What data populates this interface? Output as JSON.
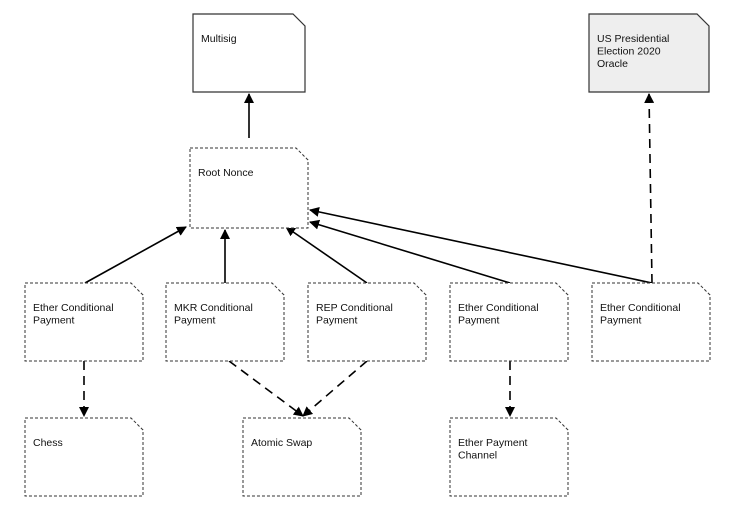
{
  "diagram": {
    "nodes": [
      {
        "id": "multisig",
        "lines": [
          "Multisig"
        ],
        "style": "solid",
        "fill": "#ffffff"
      },
      {
        "id": "oracle",
        "lines": [
          "US Presidential",
          "Election 2020",
          "Oracle"
        ],
        "style": "solid",
        "fill": "#eeeeee"
      },
      {
        "id": "root-nonce",
        "lines": [
          "Root Nonce"
        ],
        "style": "dashed",
        "fill": "#ffffff"
      },
      {
        "id": "ether-cp-1",
        "lines": [
          "Ether Conditional",
          "Payment"
        ],
        "style": "dashed",
        "fill": "#ffffff"
      },
      {
        "id": "mkr-cp",
        "lines": [
          "MKR Conditional",
          "Payment"
        ],
        "style": "dashed",
        "fill": "#ffffff"
      },
      {
        "id": "rep-cp",
        "lines": [
          "REP Conditional",
          "Payment"
        ],
        "style": "dashed",
        "fill": "#ffffff"
      },
      {
        "id": "ether-cp-2",
        "lines": [
          "Ether Conditional",
          "Payment"
        ],
        "style": "dashed",
        "fill": "#ffffff"
      },
      {
        "id": "ether-cp-3",
        "lines": [
          "Ether Conditional",
          "Payment"
        ],
        "style": "dashed",
        "fill": "#ffffff"
      },
      {
        "id": "chess",
        "lines": [
          "Chess"
        ],
        "style": "dashed",
        "fill": "#ffffff"
      },
      {
        "id": "atomic-swap",
        "lines": [
          "Atomic Swap"
        ],
        "style": "dashed",
        "fill": "#ffffff"
      },
      {
        "id": "ether-payment-channel",
        "lines": [
          "Ether Payment",
          "Channel"
        ],
        "style": "dashed",
        "fill": "#ffffff"
      }
    ],
    "edges": [
      {
        "from": "root-nonce",
        "to": "multisig",
        "style": "solid"
      },
      {
        "from": "ether-cp-1",
        "to": "root-nonce",
        "style": "solid"
      },
      {
        "from": "mkr-cp",
        "to": "root-nonce",
        "style": "solid"
      },
      {
        "from": "rep-cp",
        "to": "root-nonce",
        "style": "solid"
      },
      {
        "from": "ether-cp-2",
        "to": "root-nonce",
        "style": "solid"
      },
      {
        "from": "ether-cp-3",
        "to": "root-nonce",
        "style": "solid"
      },
      {
        "from": "ether-cp-3",
        "to": "oracle",
        "style": "dashed"
      },
      {
        "from": "ether-cp-1",
        "to": "chess",
        "style": "dashed"
      },
      {
        "from": "mkr-cp",
        "to": "atomic-swap",
        "style": "dashed"
      },
      {
        "from": "rep-cp",
        "to": "atomic-swap",
        "style": "dashed"
      },
      {
        "from": "ether-cp-2",
        "to": "ether-payment-channel",
        "style": "dashed"
      }
    ]
  }
}
